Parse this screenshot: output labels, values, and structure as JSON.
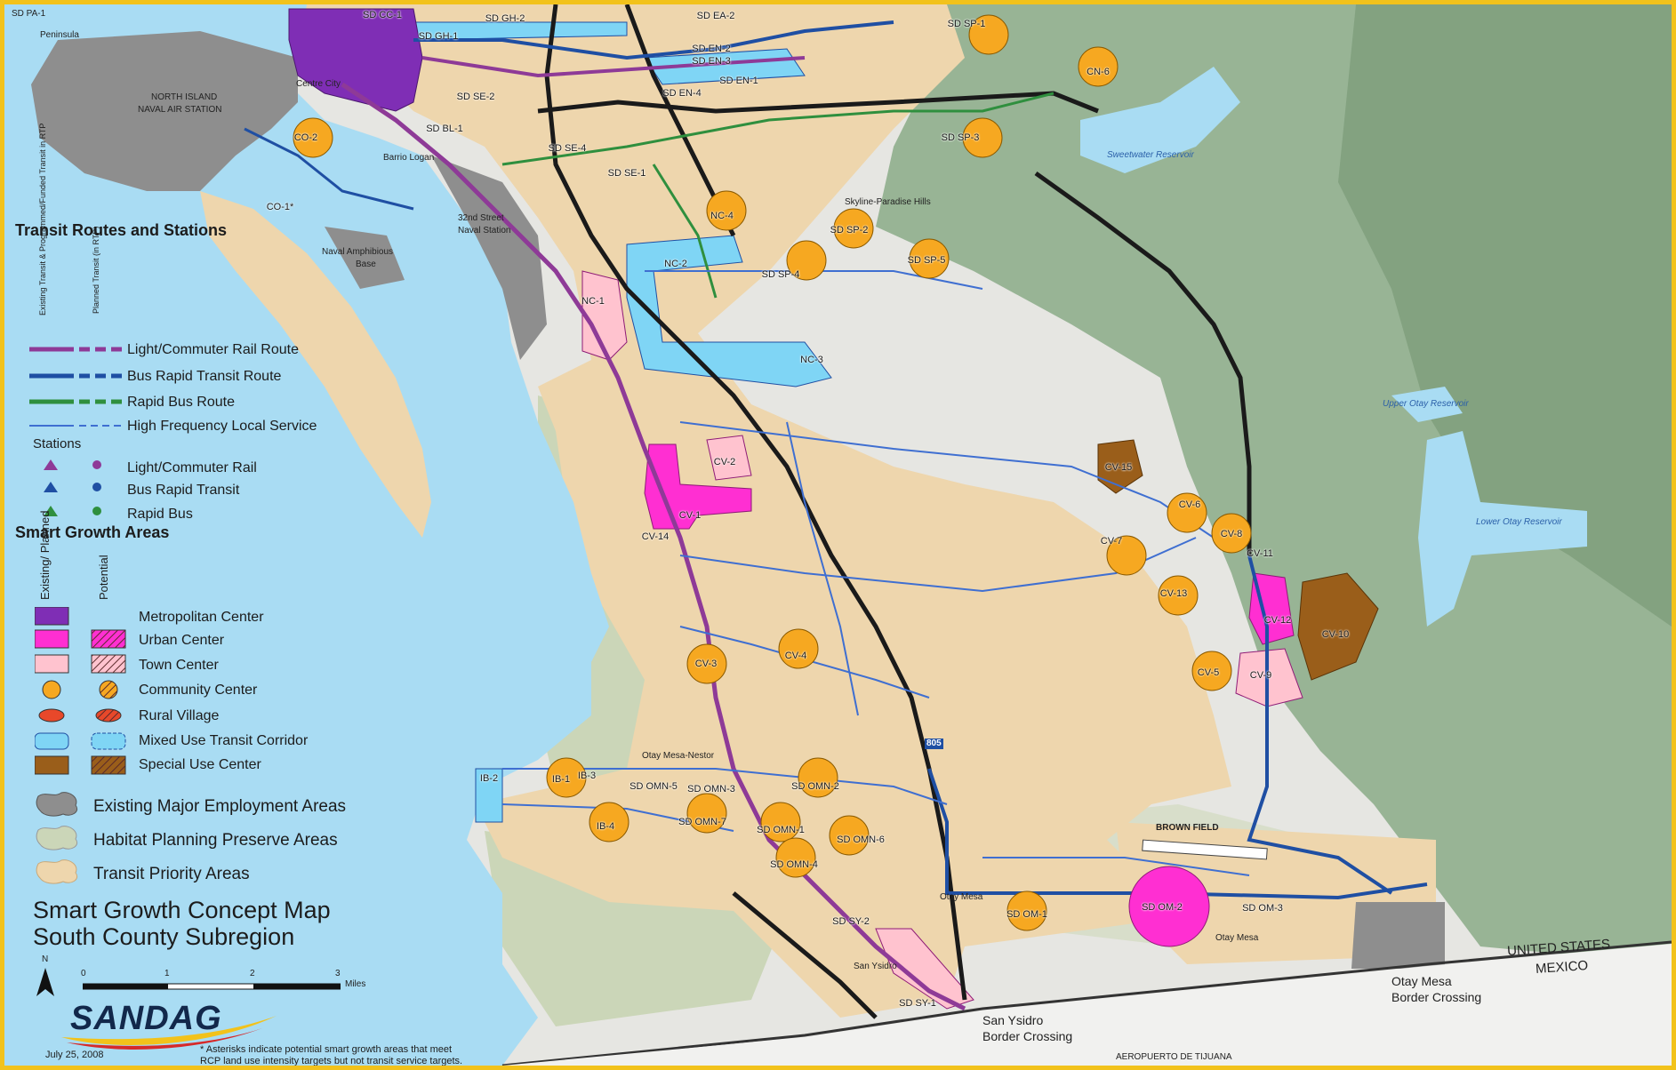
{
  "colors": {
    "ocean": "#a9dcf3",
    "land_base": "#e6e6e2",
    "transit_priority": "#eed6ad",
    "habitat": "#cbd6b8",
    "hills": "#8fae8d",
    "employment": "#8e8e8e",
    "metro": "#7f2eb5",
    "urban": "#ff2fd2",
    "town": "#ffc3cf",
    "community": "#f6a821",
    "special": "#9a5e1a",
    "corridor": "#7fd5f5",
    "rail": "#8e3a97",
    "brt": "#1f4fa3",
    "rapid_bus": "#2f8f3e",
    "local": "#3f6fd1",
    "freeway": "#1a1a1a",
    "frame": "#f2c21b"
  },
  "legend": {
    "transit_title": "Transit Routes and Stations",
    "col_existing": "Existing Transit & Programmed/Funded Transit in RTP",
    "col_planned": "Planned Transit (in RTP)",
    "routes": [
      {
        "key": "rail",
        "label": "Light/Commuter Rail Route"
      },
      {
        "key": "brt",
        "label": "Bus Rapid Transit Route"
      },
      {
        "key": "rapid",
        "label": "Rapid Bus Route"
      },
      {
        "key": "local",
        "label": "High Frequency Local Service"
      }
    ],
    "stations_title": "Stations",
    "stations": [
      {
        "key": "rail",
        "label": "Light/Commuter Rail"
      },
      {
        "key": "brt",
        "label": "Bus Rapid Transit"
      },
      {
        "key": "rapid",
        "label": "Rapid Bus"
      }
    ],
    "sga_title": "Smart Growth Areas",
    "col_existing_planned": "Existing/ Planned",
    "col_potential": "Potential",
    "sga_items": [
      {
        "key": "metro",
        "label": "Metropolitan Center"
      },
      {
        "key": "urban",
        "label": "Urban Center"
      },
      {
        "key": "town",
        "label": "Town Center"
      },
      {
        "key": "community",
        "label": "Community Center"
      },
      {
        "key": "rural",
        "label": "Rural Village"
      },
      {
        "key": "corridor",
        "label": "Mixed Use Transit Corridor"
      },
      {
        "key": "special",
        "label": "Special Use Center"
      }
    ],
    "areas": [
      {
        "key": "employment",
        "label": "Existing Major Employment Areas"
      },
      {
        "key": "habitat",
        "label": "Habitat Planning Preserve Areas"
      },
      {
        "key": "transit_priority",
        "label": "Transit Priority Areas"
      }
    ]
  },
  "title": {
    "line1": "Smart Growth Concept Map",
    "line2": "South County Subregion"
  },
  "north_label": "N",
  "scale_ticks": [
    "0",
    "1",
    "2",
    "3"
  ],
  "scale_unit": "Miles",
  "logo_text": "SANDAG",
  "date": "July 25, 2008",
  "footnote": {
    "line1": "* Asterisks indicate potential smart growth areas that meet",
    "line2": "RCP land use intensity targets but not transit service targets."
  },
  "places": {
    "peninsula": "Peninsula",
    "sd_pa": "SD PA-1",
    "north_island_1": "NORTH ISLAND",
    "north_island_2": "NAVAL AIR STATION",
    "naval_amphib_1": "Naval Amphibious",
    "naval_amphib_2": "Base",
    "naval_station_1": "32nd Street",
    "naval_station_2": "Naval Station",
    "barrio": "Barrio Logan",
    "centre_city": "Centre City",
    "sweetwater": "Sweetwater Reservoir",
    "upper_otay": "Upper Otay Reservoir",
    "lower_otay": "Lower Otay Reservoir",
    "brown_field": "BROWN FIELD",
    "otay_mesa_west": "Otay Mesa",
    "otay_mesa_east": "Otay Mesa",
    "otay_mesa_nestor": "Otay Mesa-Nestor",
    "san_ysidro": "San Ysidro",
    "sy_crossing_1": "San Ysidro",
    "sy_crossing_2": "Border Crossing",
    "om_crossing_1": "Otay Mesa",
    "om_crossing_2": "Border Crossing",
    "us": "UNITED STATES",
    "mexico": "MEXICO",
    "tijuana_airport": "AEROPUERTO DE TIJUANA",
    "skyline": "Skyline-Paradise Hills",
    "i805": "805"
  },
  "sga_labels": [
    {
      "id": "SD CC-1"
    },
    {
      "id": "SD GH-1"
    },
    {
      "id": "SD GH-2"
    },
    {
      "id": "SD EA-2"
    },
    {
      "id": "SD EN-2"
    },
    {
      "id": "SD EN-3"
    },
    {
      "id": "SD EN-1"
    },
    {
      "id": "SD EN-4"
    },
    {
      "id": "SD SE-1"
    },
    {
      "id": "SD SE-2"
    },
    {
      "id": "SD SE-4"
    },
    {
      "id": "SD BL-1"
    },
    {
      "id": "SD SP-1"
    },
    {
      "id": "SD SP-2"
    },
    {
      "id": "SD SP-3"
    },
    {
      "id": "SD SP-4"
    },
    {
      "id": "SD SP-5"
    },
    {
      "id": "CN-6"
    },
    {
      "id": "CO-2"
    },
    {
      "id": "CO-1*"
    },
    {
      "id": "NC-1"
    },
    {
      "id": "NC-2"
    },
    {
      "id": "NC-3"
    },
    {
      "id": "NC-4"
    },
    {
      "id": "CV-1"
    },
    {
      "id": "CV-2"
    },
    {
      "id": "CV-3"
    },
    {
      "id": "CV-4"
    },
    {
      "id": "CV-5"
    },
    {
      "id": "CV-6"
    },
    {
      "id": "CV-7"
    },
    {
      "id": "CV-8"
    },
    {
      "id": "CV-9"
    },
    {
      "id": "CV-10"
    },
    {
      "id": "CV-11"
    },
    {
      "id": "CV-12"
    },
    {
      "id": "CV-13"
    },
    {
      "id": "CV-14"
    },
    {
      "id": "CV-15"
    },
    {
      "id": "IB-1"
    },
    {
      "id": "IB-2"
    },
    {
      "id": "IB-3"
    },
    {
      "id": "IB-4"
    },
    {
      "id": "SD OMN-2"
    },
    {
      "id": "SD OMN-3"
    },
    {
      "id": "SD OMN-4"
    },
    {
      "id": "SD OMN-5"
    },
    {
      "id": "SD OMN-6"
    },
    {
      "id": "SD OMN-7"
    },
    {
      "id": "SD OMN-1"
    },
    {
      "id": "SD OM-1"
    },
    {
      "id": "SD OM-2"
    },
    {
      "id": "SD OM-3"
    },
    {
      "id": "SD SY-1"
    },
    {
      "id": "SD SY-2"
    }
  ]
}
